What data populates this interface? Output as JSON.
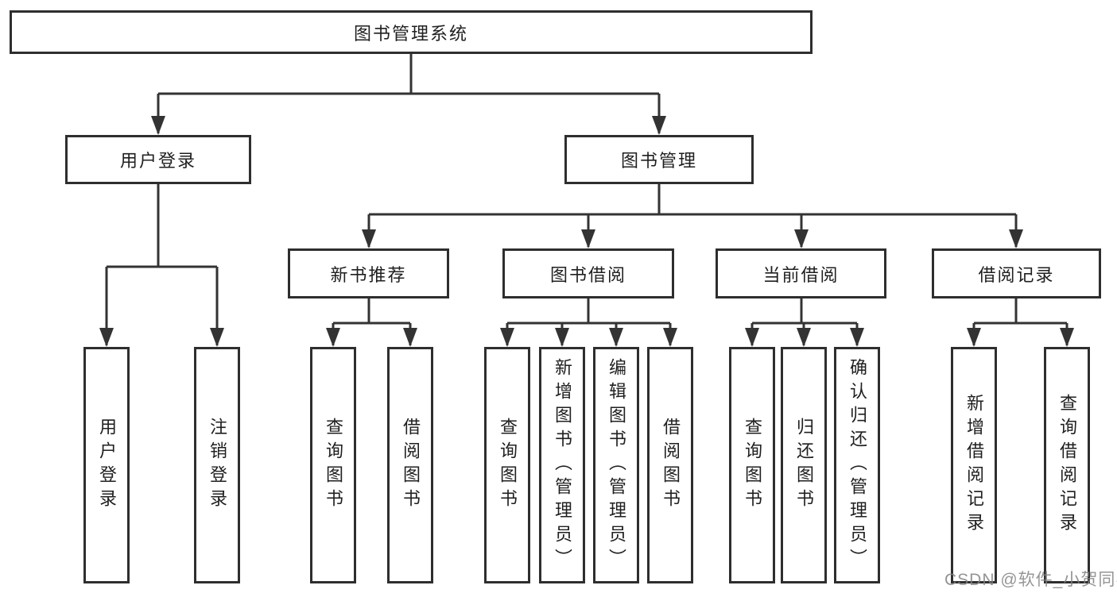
{
  "title": "图书管理系统",
  "watermark": "CSDN @软件_小贺同学",
  "colors": {
    "line": "#333333",
    "box_border": "#2e2e2e",
    "text": "#1f1f1f",
    "watermark": "#828282",
    "background": "#ffffff"
  },
  "tree": {
    "root": "图书管理系统",
    "branches": [
      {
        "label": "用户登录",
        "children": [
          "用户登录",
          "注销登录"
        ]
      },
      {
        "label": "图书管理",
        "children": [
          {
            "label": "新书推荐",
            "children": [
              "查询图书",
              "借阅图书"
            ]
          },
          {
            "label": "图书借阅",
            "children": [
              "查询图书",
              "新增图书（管理员）",
              "编辑图书（管理员）",
              "借阅图书"
            ]
          },
          {
            "label": "当前借阅",
            "children": [
              "查询图书",
              "归还图书",
              "确认归还（管理员）"
            ]
          },
          {
            "label": "借阅记录",
            "children": [
              "新增借阅记录",
              "查询借阅记录"
            ]
          }
        ]
      }
    ]
  }
}
